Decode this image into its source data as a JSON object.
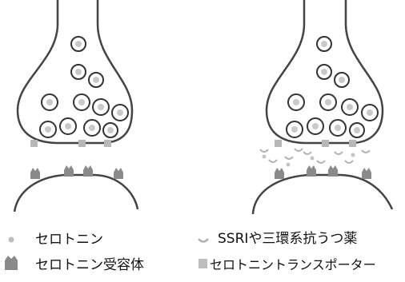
{
  "legend": {
    "serotonin": "セロトニン",
    "receptor": "セロトニン受容体",
    "drug": "SSRIや三環系抗うつ薬",
    "transporter": "セロトニントランスポーター"
  },
  "colors": {
    "outline": "#444444",
    "vesicle_fill": "#c9c9c9",
    "molecule": "#bdbdbd",
    "receptor": "#8a8a8a",
    "transporter": "#b8b8b8"
  }
}
